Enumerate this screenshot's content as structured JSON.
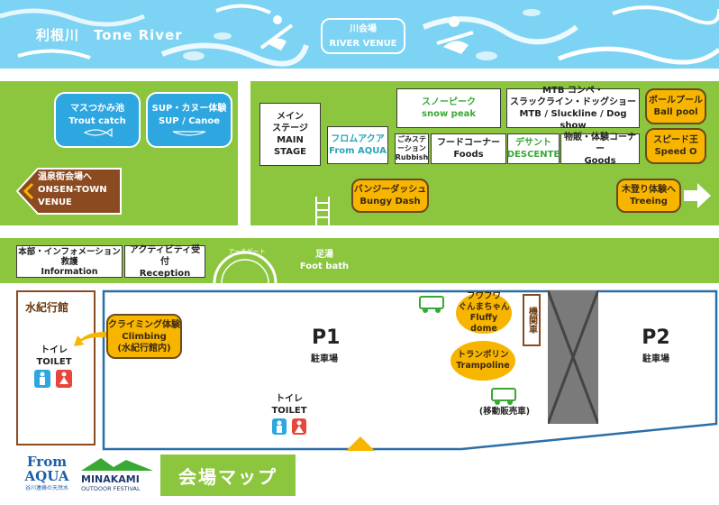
{
  "river": {
    "title": "利根川　Tone River",
    "venue_ja": "川会場",
    "venue_en": "RIVER VENUE"
  },
  "upper_area": {
    "trout": {
      "ja": "マスつかみ池",
      "en": "Trout catch"
    },
    "sup": {
      "ja": "SUP・カヌー体験",
      "en": "SUP / Canoe"
    },
    "onsen": {
      "ja": "温泉街会場へ",
      "en1": "ONSEN-TOWN",
      "en2": "VENUE"
    },
    "main_stage": {
      "ja1": "メイン",
      "ja2": "ステージ",
      "en1": "MAIN",
      "en2": "STAGE"
    },
    "from_aqua": {
      "ja": "フロムアクア",
      "en": "From AQUA"
    },
    "rubbish": {
      "ja1": "ごみステ",
      "ja2": "ーション",
      "en": "Rubbish"
    },
    "snow_peak": {
      "ja": "スノーピーク",
      "en": "snow peak"
    },
    "mtb": {
      "ja1": "MTB コンペ・",
      "ja2": "スラックライン・ドッグショー",
      "en": "MTB / Sluckline / Dog show"
    },
    "ball_pool": {
      "ja": "ボールプール",
      "en": "Ball pool"
    },
    "foods": {
      "ja": "フードコーナー",
      "en": "Foods"
    },
    "descente": {
      "ja": "デサント",
      "en": "DESCENTE"
    },
    "goods": {
      "ja": "物販・体験コーナー",
      "en": "Goods"
    },
    "speed": {
      "ja": "スピード王",
      "en": "Speed O"
    },
    "bungy": {
      "ja": "バンジーダッシュ",
      "en": "Bungy Dash"
    },
    "treeing": {
      "ja": "木登り体験へ",
      "en": "Treeing"
    }
  },
  "middle_row": {
    "info": {
      "ja1": "本部・インフォメーション",
      "ja2": "救護",
      "en": "Information"
    },
    "reception": {
      "ja": "アクティビティ受付",
      "en": "Reception"
    },
    "arch": "アーチゲート",
    "footbath": {
      "ja": "足湯",
      "en": "Foot bath"
    }
  },
  "lower_area": {
    "minakigan": "水紀行館",
    "toilet_left": {
      "ja": "トイレ",
      "en": "TOILET"
    },
    "climbing": {
      "ja": "クライミング体験",
      "en": "Climbing",
      "note": "(水紀行館内)"
    },
    "p1": {
      "label": "P1",
      "sub": "駐車場"
    },
    "toilet_center": {
      "ja": "トイレ",
      "en": "TOILET"
    },
    "fluffy": {
      "ja1": "フワフワ",
      "ja2": "ぐんまちゃん",
      "en": "Fluffy dome"
    },
    "trampoline": {
      "ja": "トランポリン",
      "en": "Trampoline"
    },
    "kikansha": "機関車",
    "mobile_sales": "(移動販売車)",
    "p2": {
      "label": "P2",
      "sub": "駐車場"
    }
  },
  "footer": {
    "from_aqua_logo": "From AQUA",
    "from_aqua_sub": "谷川連峰の天然水",
    "minakami": "MINAKAMI",
    "minakami_sub": "OUTDOOR FESTIVAL",
    "map_title": "会場マップ"
  },
  "colors": {
    "river": "#7dd3f3",
    "grass": "#8cc63f",
    "activity": "#f8b500",
    "info_blue": "#2ea7e0",
    "parking_border": "#2a6ea8"
  }
}
